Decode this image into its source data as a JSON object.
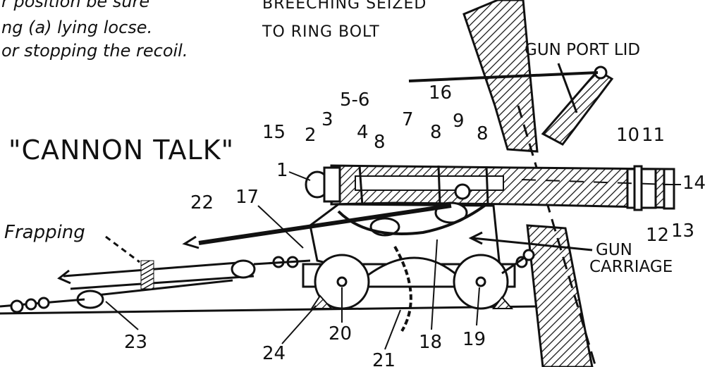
{
  "notes": {
    "line1": "r position be sure",
    "line2": "ng (a) lying locse.",
    "line3": "or stopping the recoil.",
    "breeching_line1": "BREECHING SEIZED",
    "breeching_line2": "TO RING BOLT"
  },
  "title": "\"CANNON TALK\"",
  "labels": {
    "gun_port_lid": "GUN PORT LID",
    "gun_carriage_1": "GUN",
    "gun_carriage_2": "CARRIAGE",
    "frapping": "Frapping"
  },
  "numbers": {
    "n1": "1",
    "n2": "2",
    "n3": "3",
    "n4": "4",
    "n56": "5-6",
    "n7": "7",
    "n8a": "8",
    "n8b": "8",
    "n8c": "8",
    "n9": "9",
    "n10": "10",
    "n11": "11",
    "n12": "12",
    "n13": "13",
    "n14": "14",
    "n15": "15",
    "n16": "16",
    "n17": "17",
    "n18": "18",
    "n19": "19",
    "n20": "20",
    "n21": "21",
    "n22": "22",
    "n23": "23",
    "n24": "24"
  },
  "colors": {
    "ink": "#111111",
    "paper": "#ffffff"
  }
}
